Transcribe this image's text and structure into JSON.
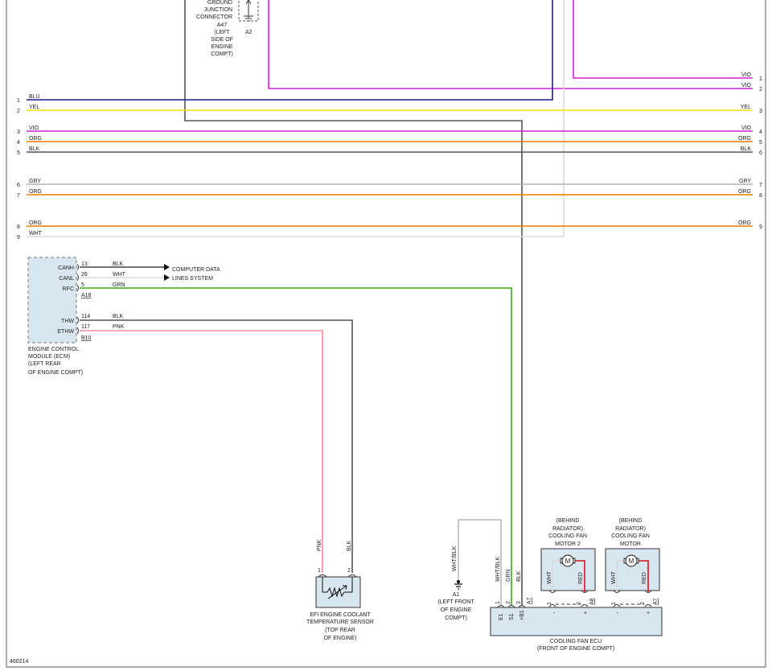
{
  "diagram_id": "460214",
  "top_component": {
    "lines": [
      "GROUND",
      "JUNCTION",
      "CONNECTOR",
      "A47",
      "(LEFT",
      "SIDE OF",
      "ENGINE",
      "COMPT)"
    ],
    "pin_label": "A2"
  },
  "bus": {
    "left_numbers": [
      "1",
      "2",
      "3",
      "4",
      "5",
      "6",
      "7",
      "8",
      "9"
    ],
    "right_numbers": [
      "1",
      "2",
      "3",
      "4",
      "5",
      "6",
      "7",
      "8",
      "9"
    ],
    "top_right_labels": [
      "VIO",
      "VIO"
    ],
    "wires_left": [
      "BLU",
      "YEL",
      "VIO",
      "ORG",
      "BLK",
      "GRY",
      "ORG",
      "ORG",
      "WHT"
    ],
    "wires_right": [
      "YEL",
      "VIO",
      "ORG",
      "BLK",
      "GRY",
      "ORG",
      "ORG"
    ],
    "colors": {
      "BLU": "#1c1c8c",
      "YEL": "#f2e200",
      "VIO": "#d21ed2",
      "ORG": "#f07800",
      "BLK": "#555555",
      "GRY": "#b4b4b4",
      "WHT": "#dadada",
      "GRN": "#3caa14",
      "PNK": "#f08ca0",
      "RED": "#d21414"
    }
  },
  "ecm": {
    "pins": [
      "CANH",
      "CANL",
      "RFC",
      "THW",
      "ETHW"
    ],
    "pin_numbers": [
      "13",
      "26",
      "5",
      "114",
      "117"
    ],
    "connectors": [
      "A18",
      "B10"
    ],
    "wire_labels": [
      "BLK",
      "WHT",
      "GRN",
      "BLK",
      "PNK"
    ],
    "data_label": [
      "COMPUTER DATA",
      "LINES SYSTEM"
    ],
    "caption": [
      "ENGINE CONTROL",
      "MODULE (ECM)",
      "(LEFT REAR",
      "OF ENGINE COMPT)"
    ]
  },
  "sensor": {
    "wire_labels": [
      "PNK",
      "BLK"
    ],
    "pins": [
      "1",
      "2"
    ],
    "caption": [
      "EFI ENGINE COOLANT",
      "TEMPERATURE SENSOR",
      "(TOP REAR",
      "OF ENGINE)"
    ]
  },
  "ground_a1": {
    "wire_label": "WHT/BLK",
    "caption": [
      "A1",
      "(LEFT FRONT",
      "OF ENGINE",
      "COMPT)"
    ]
  },
  "fan_ecu": {
    "wire_labels": [
      "WHT/BLK",
      "GRN",
      "BLK"
    ],
    "pin_nums": [
      "1",
      "2",
      "3"
    ],
    "pin_names": [
      "E1",
      "S1",
      "+B1"
    ],
    "connector": "A7",
    "right_labels": [
      "-",
      "+",
      "-",
      "+"
    ],
    "caption": [
      "COOLING FAN ECU",
      "(FRONT OF ENGINE COMPT)"
    ]
  },
  "motor2": {
    "caption": [
      "(BEHIND",
      "RADIATOR)",
      "COOLING FAN",
      "MOTOR 2"
    ],
    "wires": [
      "WHT",
      "RED"
    ],
    "pins": [
      "1",
      "2"
    ],
    "connector": "A8",
    "symbol": "M"
  },
  "motor1": {
    "caption": [
      "(BEHIND",
      "RADIATOR)",
      "COOLING FAN",
      "MOTOR"
    ],
    "wires": [
      "WHT",
      "RED"
    ],
    "pins": [
      "1",
      "2"
    ],
    "connector": "A7",
    "symbol": "M"
  }
}
